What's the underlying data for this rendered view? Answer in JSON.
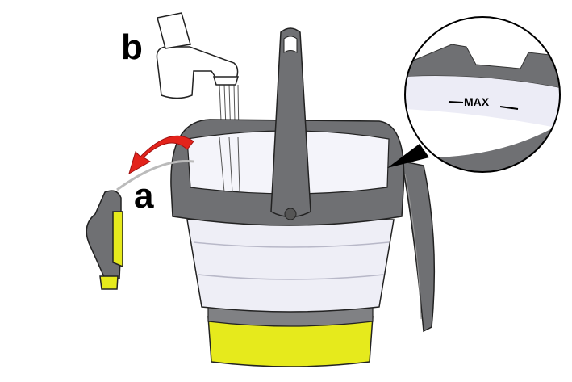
{
  "labels": {
    "a": "a",
    "b": "b"
  },
  "callout": {
    "max_marking": "MAX"
  },
  "colors": {
    "bucket_gray": "#6f7073",
    "bucket_white": "#eeeef6",
    "base_yellow": "#e6ea1c",
    "arrow_red": "#e3231b"
  }
}
